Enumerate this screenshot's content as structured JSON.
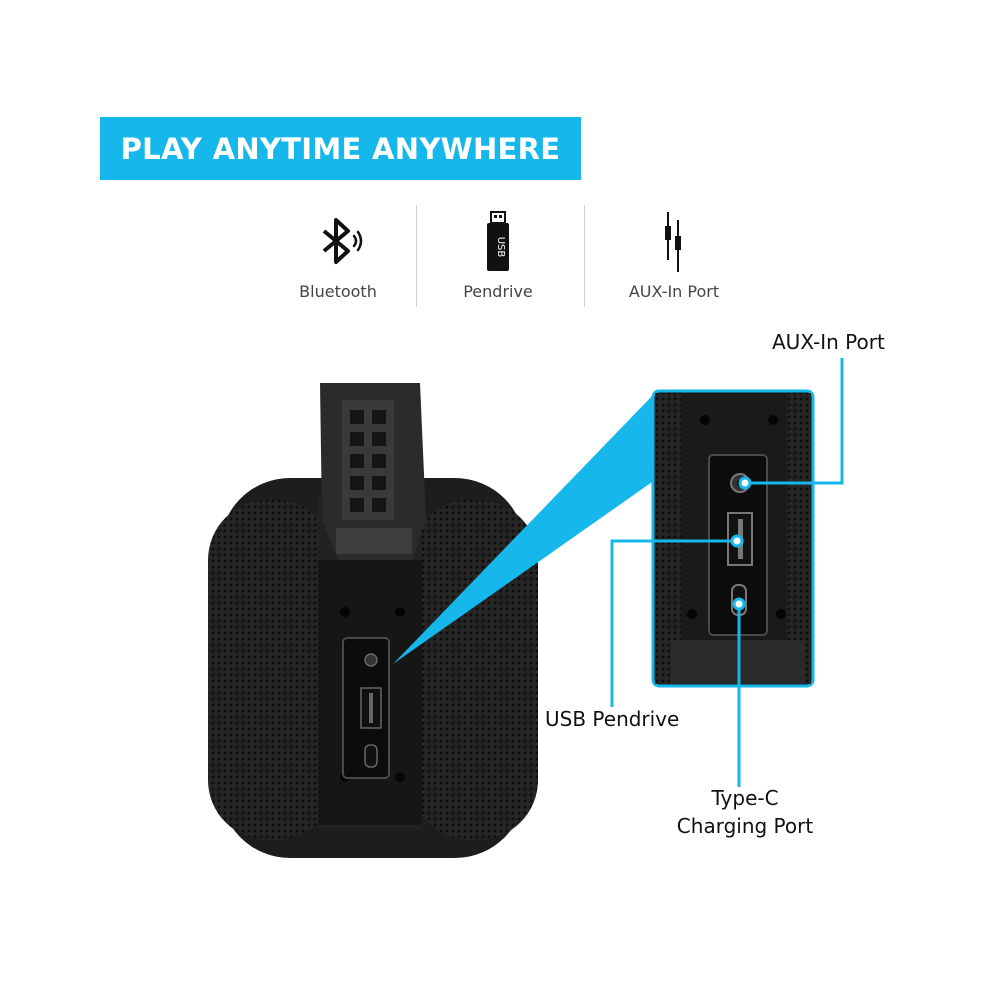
{
  "banner": {
    "title": "PLAY ANYTIME ANYWHERE"
  },
  "features": [
    {
      "label": "Bluetooth",
      "icon": "bluetooth-icon"
    },
    {
      "label": "Pendrive",
      "icon": "usb-drive-icon",
      "icon_text": "USB"
    },
    {
      "label": "AUX-In Port",
      "icon": "aux-cable-icon"
    }
  ],
  "callouts": {
    "aux": "AUX-In Port",
    "usb": "USB Pendrive",
    "typec_line1": "Type-C",
    "typec_line2": "Charging Port"
  },
  "colors": {
    "accent": "#16b7ea",
    "speaker_body": "#1b1b1b",
    "text": "#111111"
  }
}
